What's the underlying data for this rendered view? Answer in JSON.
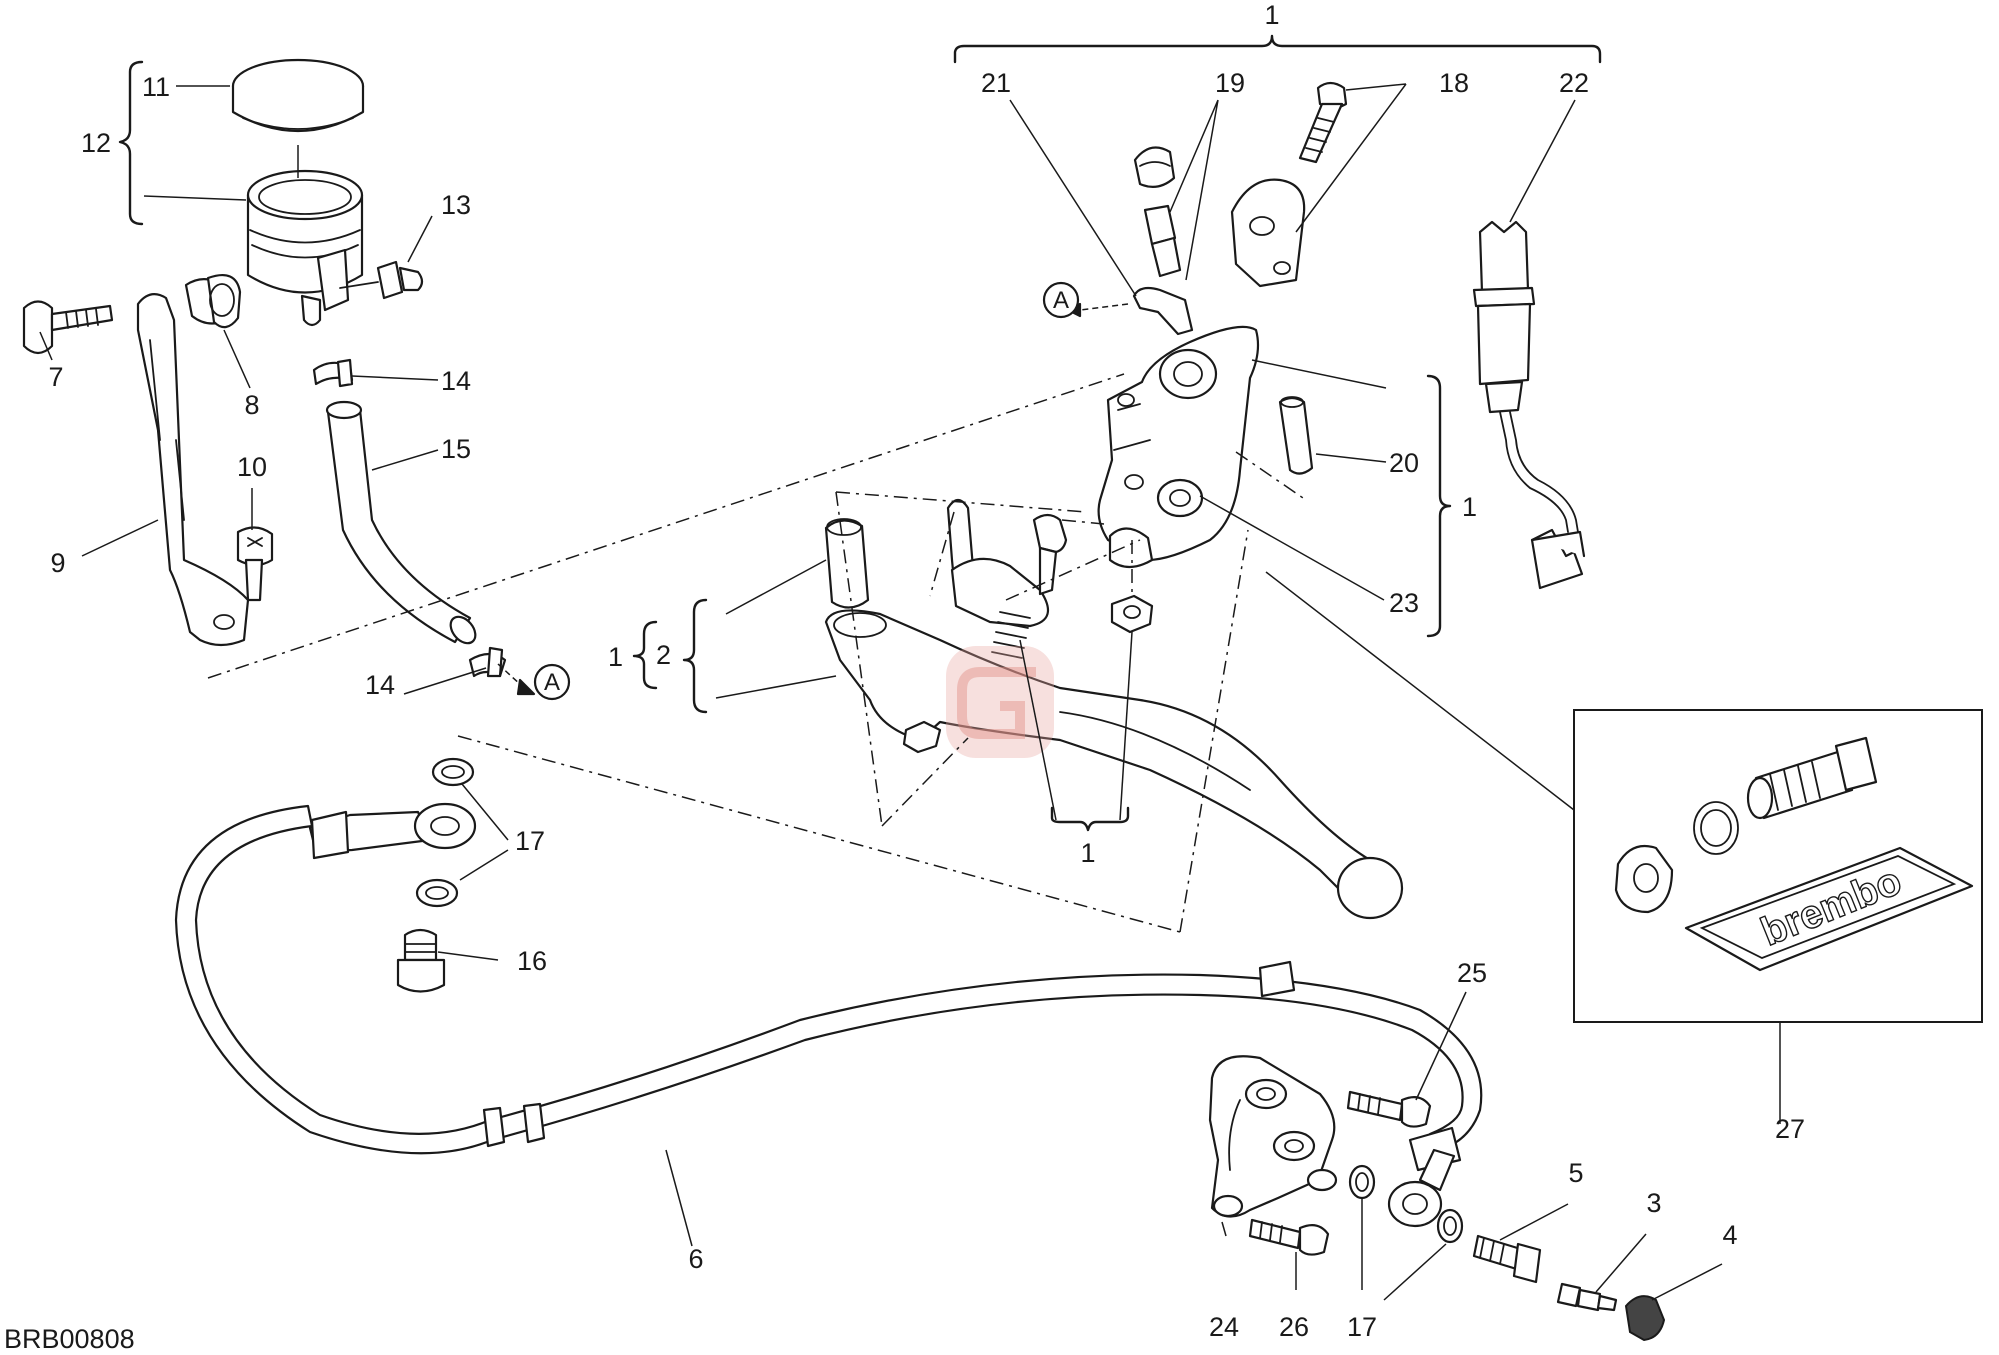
{
  "diagram": {
    "code": "BRB00808",
    "callouts": {
      "c1_top": "1",
      "c1_right": "1",
      "c1_left": "1",
      "c1_bottom": "1",
      "c2": "2",
      "c3": "3",
      "c4": "4",
      "c5": "5",
      "c6": "6",
      "c7": "7",
      "c8": "8",
      "c9": "9",
      "c10": "10",
      "c11": "11",
      "c12": "12",
      "c13": "13",
      "c14_top": "14",
      "c14_bottom": "14",
      "c15": "15",
      "c16": "16",
      "c17_top": "17",
      "c17_bottom": "17",
      "c18": "18",
      "c19": "19",
      "c20": "20",
      "c21": "21",
      "c22": "22",
      "c23": "23",
      "c24": "24",
      "c25": "25",
      "c26": "26",
      "c27": "27"
    },
    "references": {
      "ref_a_top": "A",
      "ref_a_bottom": "A"
    },
    "kit_brand": "brembo",
    "colors": {
      "ink": "#1a1a1a",
      "paper": "#ffffff",
      "watermark": "#e8a7a0"
    }
  }
}
